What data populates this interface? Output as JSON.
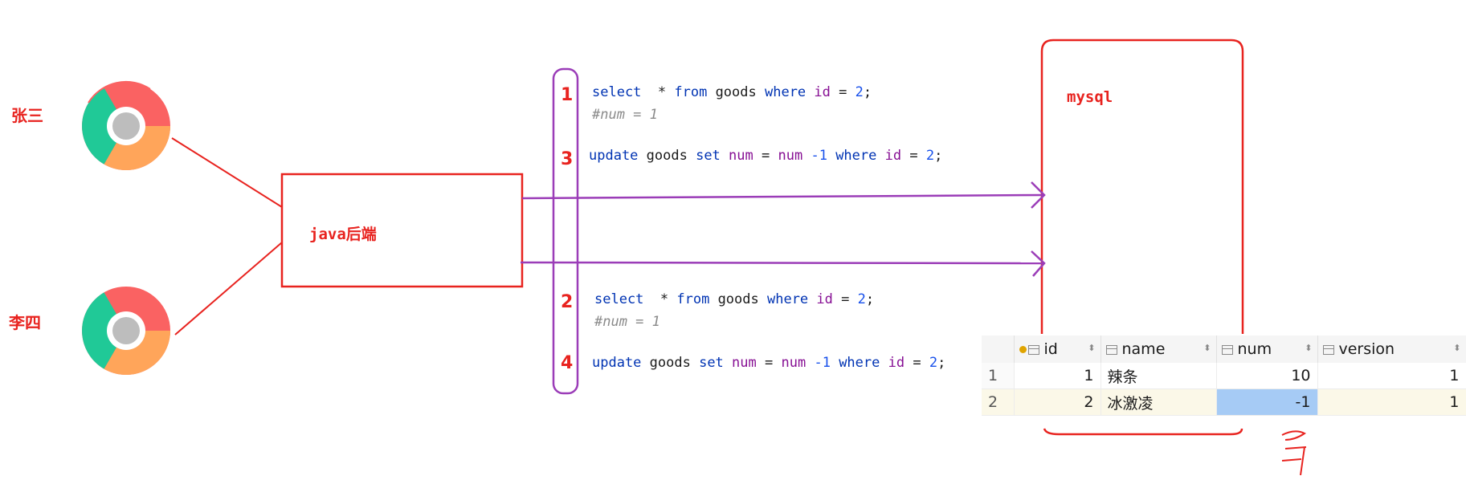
{
  "users": [
    {
      "label": "张三"
    },
    {
      "label": "李四"
    }
  ],
  "backend": {
    "label": "java后端"
  },
  "database": {
    "label": "mysql"
  },
  "steps": {
    "s1": {
      "number": "1",
      "tokens": [
        {
          "t": "select",
          "c": "kw"
        },
        {
          "t": "  * ",
          "c": ""
        },
        {
          "t": "from",
          "c": "kw"
        },
        {
          "t": " goods ",
          "c": ""
        },
        {
          "t": "where",
          "c": "kw"
        },
        {
          "t": " ",
          "c": ""
        },
        {
          "t": "id",
          "c": "col"
        },
        {
          "t": " = ",
          "c": ""
        },
        {
          "t": "2",
          "c": "num"
        },
        {
          "t": ";",
          "c": ""
        }
      ],
      "comment": "#num = 1"
    },
    "s3": {
      "number": "3",
      "tokens": [
        {
          "t": "update",
          "c": "kw"
        },
        {
          "t": " goods ",
          "c": ""
        },
        {
          "t": "set",
          "c": "kw"
        },
        {
          "t": " ",
          "c": ""
        },
        {
          "t": "num",
          "c": "col"
        },
        {
          "t": " = ",
          "c": ""
        },
        {
          "t": "num",
          "c": "col"
        },
        {
          "t": " ",
          "c": ""
        },
        {
          "t": "-1",
          "c": "num"
        },
        {
          "t": " ",
          "c": ""
        },
        {
          "t": "where",
          "c": "kw"
        },
        {
          "t": " ",
          "c": ""
        },
        {
          "t": "id",
          "c": "col"
        },
        {
          "t": " = ",
          "c": ""
        },
        {
          "t": "2",
          "c": "num"
        },
        {
          "t": ";",
          "c": ""
        }
      ]
    },
    "s2": {
      "number": "2",
      "tokens": [
        {
          "t": "select",
          "c": "kw"
        },
        {
          "t": "  * ",
          "c": ""
        },
        {
          "t": "from",
          "c": "kw"
        },
        {
          "t": " goods ",
          "c": ""
        },
        {
          "t": "where",
          "c": "kw"
        },
        {
          "t": " ",
          "c": ""
        },
        {
          "t": "id",
          "c": "col"
        },
        {
          "t": " = ",
          "c": ""
        },
        {
          "t": "2",
          "c": "num"
        },
        {
          "t": ";",
          "c": ""
        }
      ],
      "comment": "#num = 1"
    },
    "s4": {
      "number": "4",
      "tokens": [
        {
          "t": "update",
          "c": "kw"
        },
        {
          "t": " goods ",
          "c": ""
        },
        {
          "t": "set",
          "c": "kw"
        },
        {
          "t": " ",
          "c": ""
        },
        {
          "t": "num",
          "c": "col"
        },
        {
          "t": " = ",
          "c": ""
        },
        {
          "t": "num",
          "c": "col"
        },
        {
          "t": " ",
          "c": ""
        },
        {
          "t": "-1",
          "c": "num"
        },
        {
          "t": " ",
          "c": ""
        },
        {
          "t": "where",
          "c": "kw"
        },
        {
          "t": " ",
          "c": ""
        },
        {
          "t": "id",
          "c": "col"
        },
        {
          "t": " = ",
          "c": ""
        },
        {
          "t": "2",
          "c": "num"
        },
        {
          "t": ";",
          "c": ""
        }
      ]
    }
  },
  "result_table": {
    "columns": [
      "id",
      "name",
      "num",
      "version"
    ],
    "rows": [
      {
        "rownum": "1",
        "id": "1",
        "name": "辣条",
        "num": "10",
        "version": "1"
      },
      {
        "rownum": "2",
        "id": "2",
        "name": "冰激凌",
        "num": "-1",
        "version": "1"
      }
    ]
  },
  "colors": {
    "red": "#e8231f",
    "purple": "#9b3db8",
    "keyword": "#0033b3",
    "column": "#871094",
    "number": "#1750eb",
    "comment": "#8a8a8a",
    "selected_cell": "#a6cbf5"
  },
  "icons": [
    "chrome-icon",
    "column-icon",
    "primary-key-icon",
    "sort-icon"
  ]
}
